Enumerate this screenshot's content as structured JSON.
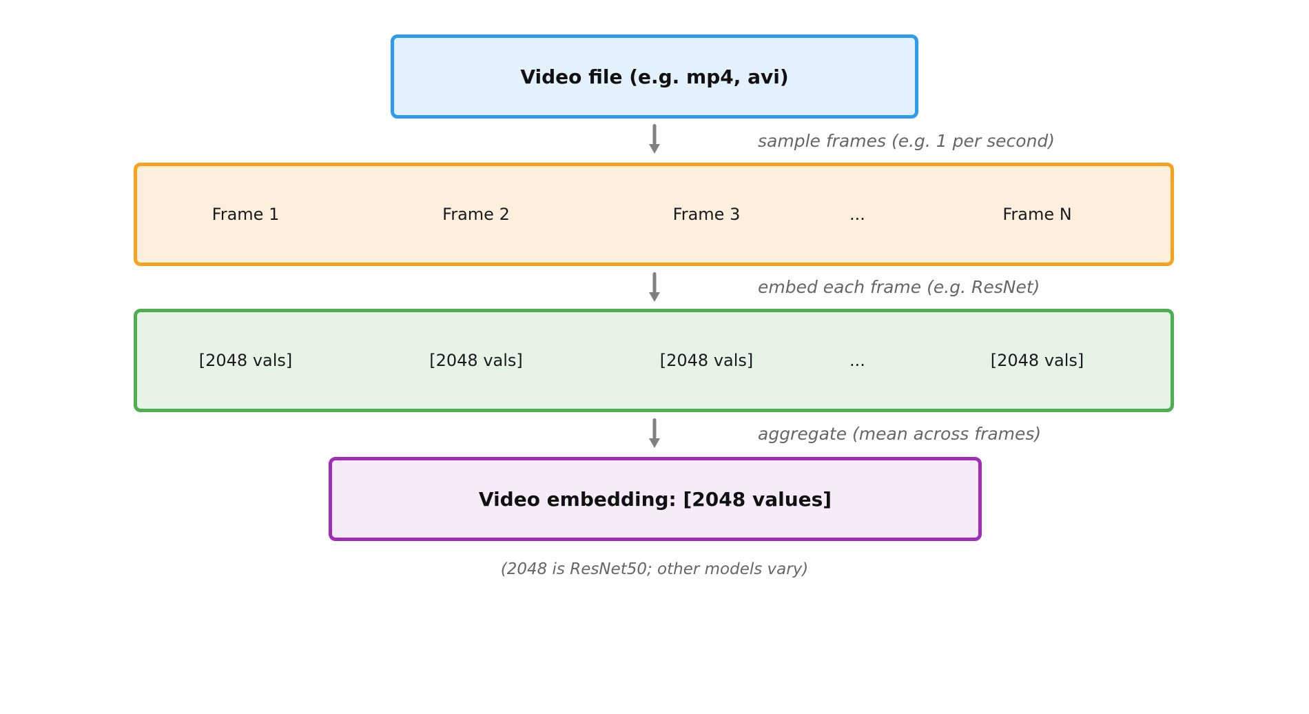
{
  "boxes": {
    "video_file": {
      "label": "Video file (e.g. mp4, avi)",
      "fill": "#E3F1FC",
      "border": "#2E9BF1"
    },
    "frames": {
      "items": [
        "Frame 1",
        "Frame 2",
        "Frame 3",
        "...",
        "Frame N"
      ],
      "fill": "#FDEFDE",
      "border": "#F9A11B"
    },
    "frame_embeddings": {
      "items": [
        "[2048 vals]",
        "[2048 vals]",
        "[2048 vals]",
        "...",
        "[2048 vals]"
      ],
      "fill": "#E8F3E7",
      "border": "#4CAF50"
    },
    "video_embedding": {
      "label": "Video embedding: [2048 values]",
      "fill": "#F6EBF8",
      "border": "#A02CB8"
    }
  },
  "arrows": [
    {
      "label": "sample frames (e.g. 1 per second)"
    },
    {
      "label": "embed each frame (e.g. ResNet)"
    },
    {
      "label": "aggregate (mean across frames)"
    }
  ],
  "footnote": "(2048 is ResNet50; other models vary)",
  "colors": {
    "arrow": "#808080",
    "annotation_text": "#666666",
    "box_text": "#111111",
    "background": "#ffffff"
  }
}
